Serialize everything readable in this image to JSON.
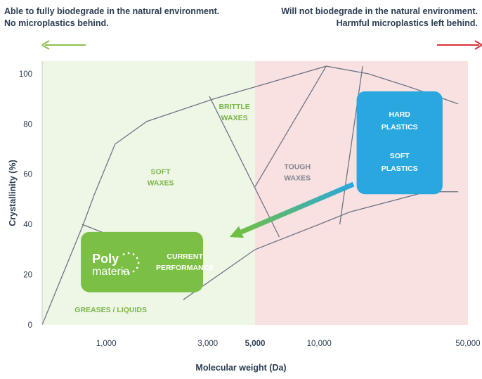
{
  "header": {
    "left_line1": "Able to fully biodegrade in the natural environment.",
    "left_line2": "No microplastics behind.",
    "right_line1": "Will not biodegrade in the natural environment.",
    "right_line2": "Harmful microplastics left behind."
  },
  "colors": {
    "left_arrow": "#8cc24a",
    "right_arrow": "#d9343b",
    "green_zone": "#eef6e6",
    "pink_zone": "#f9e1e1",
    "green_box": "#7bbf44",
    "blue_box": "#29a8e0",
    "outline": "#6e7486",
    "text_dark": "#2b3d52",
    "text_green": "#7ab648",
    "text_grey": "#7f8694",
    "threshold_red": "#c0262d"
  },
  "chart_data": {
    "type": "area",
    "title": "",
    "xlabel": "Molecular weight (Da)",
    "ylabel": "Crystallinity (%)",
    "x_scale": "log",
    "xlim": [
      500,
      50000
    ],
    "ylim": [
      0,
      105
    ],
    "x_ticks": [
      {
        "value": 1000,
        "label": "1,000"
      },
      {
        "value": 3000,
        "label": "3,000"
      },
      {
        "value": 5000,
        "label": "5,000",
        "highlight": true
      },
      {
        "value": 10000,
        "label": "10,000"
      },
      {
        "value": 50000,
        "label": "50,000"
      }
    ],
    "y_ticks": [
      {
        "value": 0,
        "label": "0"
      },
      {
        "value": 20,
        "label": "20"
      },
      {
        "value": 40,
        "label": "40"
      },
      {
        "value": 60,
        "label": "60"
      },
      {
        "value": 80,
        "label": "80"
      },
      {
        "value": 100,
        "label": "100"
      }
    ],
    "zones": [
      {
        "name": "biodegradable",
        "x_from": 500,
        "x_to": 5000
      },
      {
        "name": "non-biodegradable",
        "x_from": 5000,
        "x_to": 50000
      }
    ],
    "boundary_lines": [
      {
        "name": "envelope-top",
        "points": [
          [
            500,
            0
          ],
          [
            780,
            40
          ],
          [
            880,
            52
          ],
          [
            1100,
            72
          ],
          [
            1550,
            81
          ],
          [
            3200,
            90
          ],
          [
            10800,
            103
          ],
          [
            17000,
            100
          ],
          [
            26000,
            95
          ],
          [
            45000,
            88
          ]
        ]
      },
      {
        "name": "envelope-bottom",
        "points": [
          [
            2300,
            10
          ],
          [
            5000,
            30
          ],
          [
            10000,
            40
          ],
          [
            14000,
            45
          ],
          [
            32000,
            53
          ],
          [
            45000,
            53
          ]
        ]
      },
      {
        "name": "greases-boundary",
        "points": [
          [
            770,
            40
          ],
          [
            2500,
            23
          ]
        ]
      },
      {
        "name": "soft-brittle-divider",
        "points": [
          [
            3050,
            91
          ],
          [
            6500,
            35
          ]
        ]
      },
      {
        "name": "tough-waxes-left",
        "points": [
          [
            5000,
            55
          ],
          [
            10800,
            103
          ]
        ]
      },
      {
        "name": "tough-waxes-right",
        "points": [
          [
            12500,
            40
          ],
          [
            16000,
            103
          ]
        ]
      }
    ],
    "regions": [
      {
        "label_lines": [
          "BRITTLE",
          "WAXES"
        ],
        "x": 4000,
        "y": 86,
        "color": "#7ab648"
      },
      {
        "label_lines": [
          "SOFT",
          "WAXES"
        ],
        "x": 1800,
        "y": 60,
        "color": "#7ab648"
      },
      {
        "label_lines": [
          "TOUGH",
          "WAXES"
        ],
        "x": 7900,
        "y": 62,
        "color": "#7f8694"
      },
      {
        "label_lines": [
          "GREASES / LIQUIDS"
        ],
        "x": 1050,
        "y": 5,
        "color": "#7ab648",
        "anchor": "middle"
      }
    ],
    "boxes": [
      {
        "name": "current-performance",
        "color": "#7bbf44",
        "logo_line1": "Poly",
        "logo_line2": "materia",
        "label_lines": [
          "CURRENT",
          "PERFORMANCE"
        ],
        "x_range": [
          760,
          2850
        ],
        "y_range": [
          13,
          37
        ]
      },
      {
        "name": "plastics",
        "color": "#29a8e0",
        "label_lines": [
          "HARD",
          "PLASTICS",
          "SOFT",
          "PLASTICS"
        ],
        "x_range": [
          15000,
          38000
        ],
        "y_range": [
          52,
          93
        ]
      }
    ],
    "arrow": {
      "from": [
        14500,
        56
      ],
      "to": [
        3800,
        35
      ]
    }
  }
}
